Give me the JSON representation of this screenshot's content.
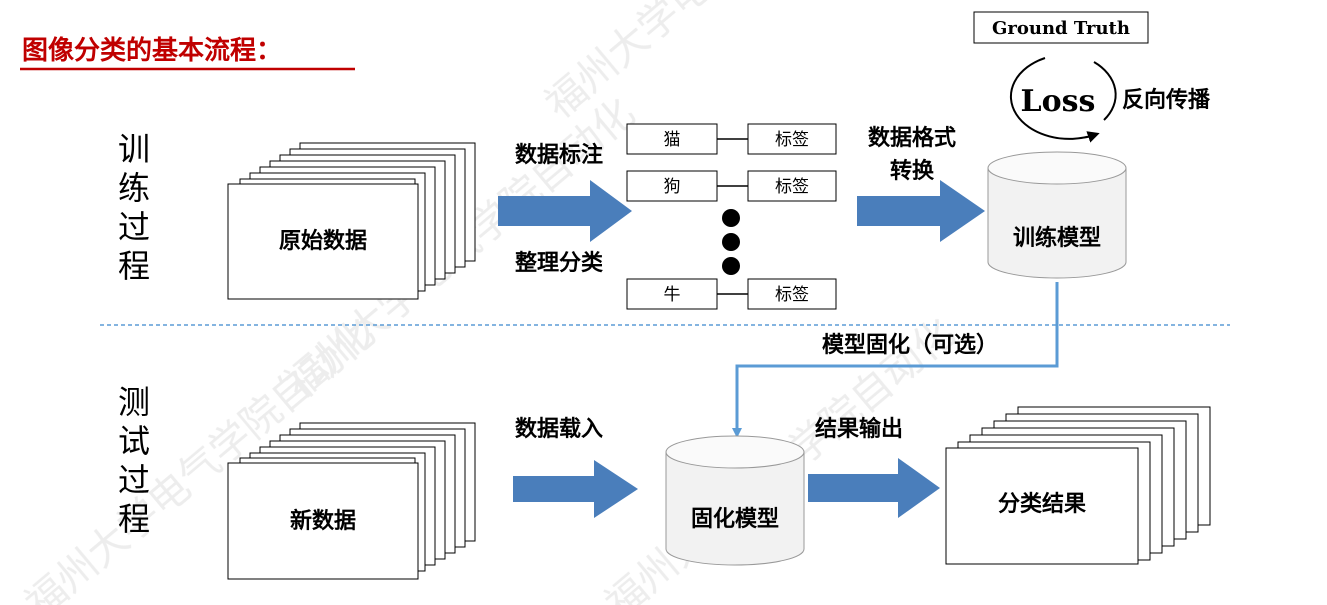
{
  "title": "图像分类的基本流程：",
  "training": {
    "side_label": [
      "训",
      "练",
      "过",
      "程"
    ],
    "raw_data": "原始数据",
    "annotate_label": "数据标注",
    "organize_label": "整理分类",
    "samples": [
      {
        "name": "猫",
        "tag": "标签"
      },
      {
        "name": "狗",
        "tag": "标签"
      },
      {
        "name": "牛",
        "tag": "标签"
      }
    ],
    "format_label": [
      "数据格式",
      "转换"
    ],
    "train_model": "训练模型",
    "ground_truth": "Ground Truth",
    "loss": "Loss",
    "backprop": "反向传播"
  },
  "freeze_label": "模型固化（可选）",
  "testing": {
    "side_label": [
      "测",
      "试",
      "过",
      "程"
    ],
    "new_data": "新数据",
    "load_label": "数据载入",
    "frozen_model": "固化模型",
    "output_label": "结果输出",
    "result": "分类结果"
  },
  "watermark": "福州大学电气学院自动化",
  "colors": {
    "arrow_fill": "#4a7ebb",
    "connector": "#5b9bd5",
    "divider": "#5b9bd5",
    "title": "#c00000",
    "box_fill": "#ffffff",
    "cylinder_fill": "#f2f2f2"
  }
}
